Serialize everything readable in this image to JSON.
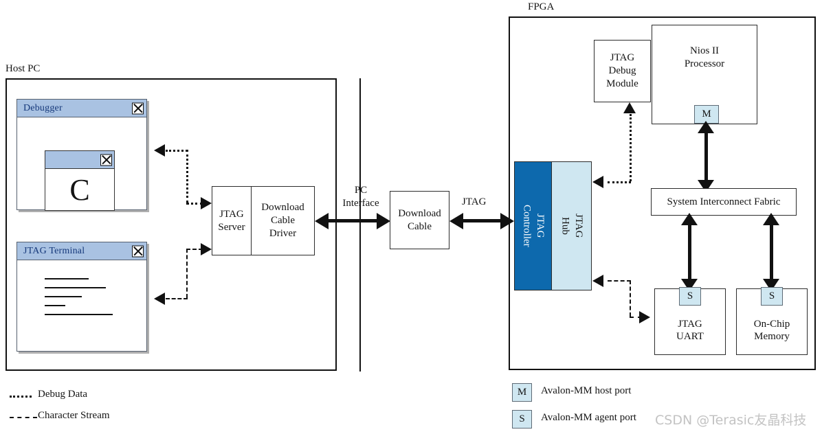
{
  "zones": {
    "host_pc": {
      "title": "Host PC"
    },
    "fpga": {
      "title": "FPGA"
    }
  },
  "host_windows": [
    {
      "title": "Debugger",
      "close_icon": "close-icon",
      "code_glyph": "C"
    },
    {
      "title": "JTAG Terminal",
      "close_icon": "close-icon"
    }
  ],
  "host_blocks": {
    "jtag_server": "JTAG\nServer",
    "download_cable_driver": "Download\nCable\nDriver"
  },
  "middle": {
    "pc_interface_label": "PC\nInterface",
    "download_cable": "Download\nCable",
    "jtag_label": "JTAG"
  },
  "fpga_blocks": {
    "jtag_controller": "JTAG\nController",
    "jtag_hub": "JTAG\nHub",
    "jtag_debug_module": "JTAG\nDebug\nModule",
    "nios_processor": "Nios II\nProcessor",
    "system_interconnect": "System Interconnect  Fabric",
    "jtag_uart": "JTAG\nUART",
    "onchip_memory": "On-Chip\nMemory"
  },
  "port_badges": {
    "host_port": "M",
    "agent_port_uart": "S",
    "agent_port_memory": "S"
  },
  "legend_left": [
    {
      "style": "dotted",
      "label": "Debug Data"
    },
    {
      "style": "dashed",
      "label": "Character Stream"
    }
  ],
  "legend_right": [
    {
      "badge": "M",
      "label": "Avalon-MM host port"
    },
    {
      "badge": "S",
      "label": "Avalon-MM agent port"
    }
  ],
  "watermark": {
    "text": "CSDN @Terasic友晶科技"
  },
  "colors": {
    "jtag_controller_fill": "#0d69ad",
    "jtag_controller_text": "#ffffff",
    "jtag_hub_fill": "#cfe7f1",
    "window_titlebar": "#a9c2e2",
    "window_title_text": "#15387a",
    "badge_fill": "#cfe7f1",
    "line": "#111111",
    "watermark": "#c3c3c3"
  }
}
